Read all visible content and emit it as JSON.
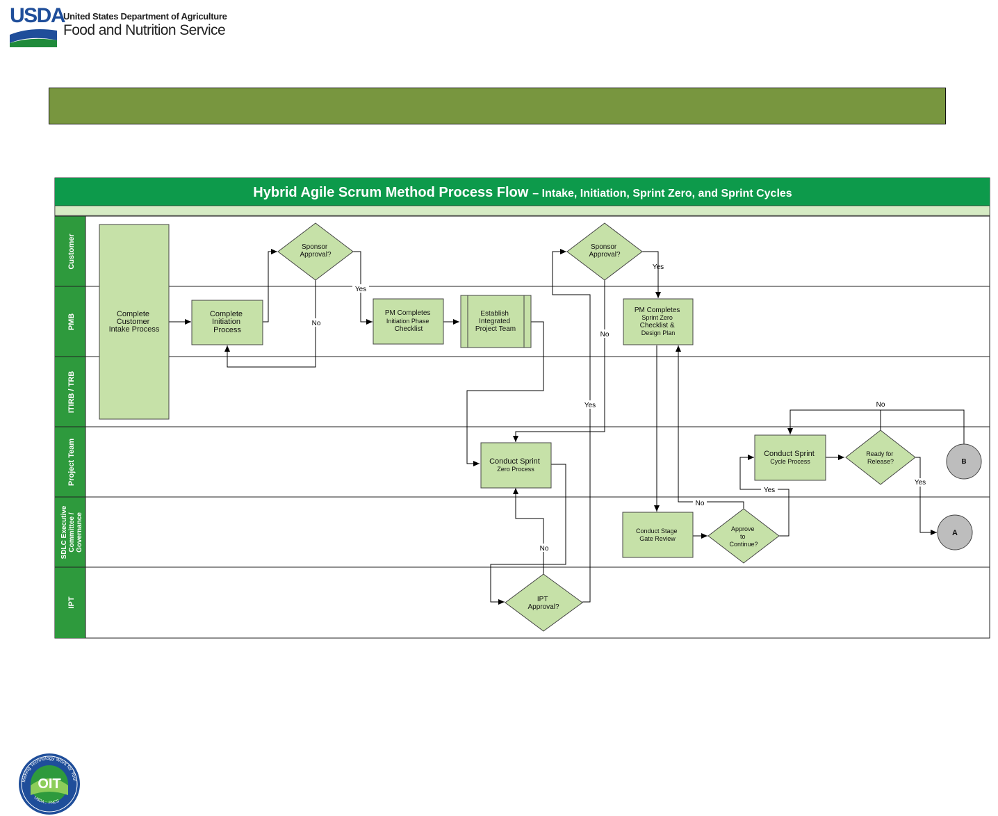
{
  "header": {
    "logo_word": "USDA",
    "agency_line1": "United States Department of Agriculture",
    "agency_line2": "Food and Nutrition Service"
  },
  "colors": {
    "lane_header": "#2e9a3d",
    "title_bar": "#0d9a4b",
    "shape_fill": "#c6e1a8",
    "banner": "#78963f",
    "connector_fill": "#bdbdbd"
  },
  "diagram": {
    "title_main": "Hybrid Agile Scrum Method Process Flow",
    "title_sub": "– Intake, Initiation, Sprint Zero, and Sprint Cycles",
    "lanes": [
      {
        "label": "Customer"
      },
      {
        "label": "PMB"
      },
      {
        "label": "ITIRB / TRB"
      },
      {
        "label": "Project Team"
      },
      {
        "label": "SDLC Executive Committee / Governance"
      },
      {
        "label": "IPT"
      }
    ],
    "shapes": [
      {
        "id": "intake",
        "lines": [
          "Complete",
          "Customer",
          "Intake Process"
        ]
      },
      {
        "id": "initiation",
        "lines": [
          "Complete",
          "Initiation",
          "Process"
        ]
      },
      {
        "id": "sponsor1",
        "lines": [
          "Sponsor",
          "Approval?"
        ]
      },
      {
        "id": "pm_init",
        "lines": [
          "PM Completes",
          "Initiation Phase",
          "Checklist"
        ]
      },
      {
        "id": "ipt_team",
        "lines": [
          "Establish",
          "Integrated",
          "Project Team"
        ]
      },
      {
        "id": "sponsor2",
        "lines": [
          "Sponsor",
          "Approval?"
        ]
      },
      {
        "id": "pm_sprint0",
        "lines": [
          "PM Completes",
          "Sprint Zero",
          "Checklist &",
          "Design Plan"
        ]
      },
      {
        "id": "sprint0",
        "lines": [
          "Conduct Sprint",
          "Zero Process"
        ]
      },
      {
        "id": "ipt_approval",
        "lines": [
          "IPT",
          "Approval?"
        ]
      },
      {
        "id": "stage_gate",
        "lines": [
          "Conduct Stage",
          "Gate Review"
        ]
      },
      {
        "id": "approve_continue",
        "lines": [
          "Approve",
          "to",
          "Continue?"
        ]
      },
      {
        "id": "sprint_cycle",
        "lines": [
          "Conduct Sprint",
          "Cycle Process"
        ]
      },
      {
        "id": "ready_release",
        "lines": [
          "Ready for",
          "Release?"
        ]
      },
      {
        "id": "conn_b",
        "lines": [
          "B"
        ]
      },
      {
        "id": "conn_a",
        "lines": [
          "A"
        ]
      }
    ],
    "edge_labels": {
      "sponsor1_yes": "Yes",
      "sponsor1_no": "No",
      "sponsor2_yes": "Yes",
      "sponsor2_no": "No",
      "ipt_yes": "Yes",
      "ipt_no": "No",
      "approve_no": "No",
      "approve_yes": "Yes",
      "release_no": "No",
      "release_yes": "Yes"
    }
  },
  "footer": {
    "seal_text": "OIT",
    "seal_ring_top": "Making Technology Work for You!",
    "seal_ring_bottom": "USDA :: FNCS"
  }
}
